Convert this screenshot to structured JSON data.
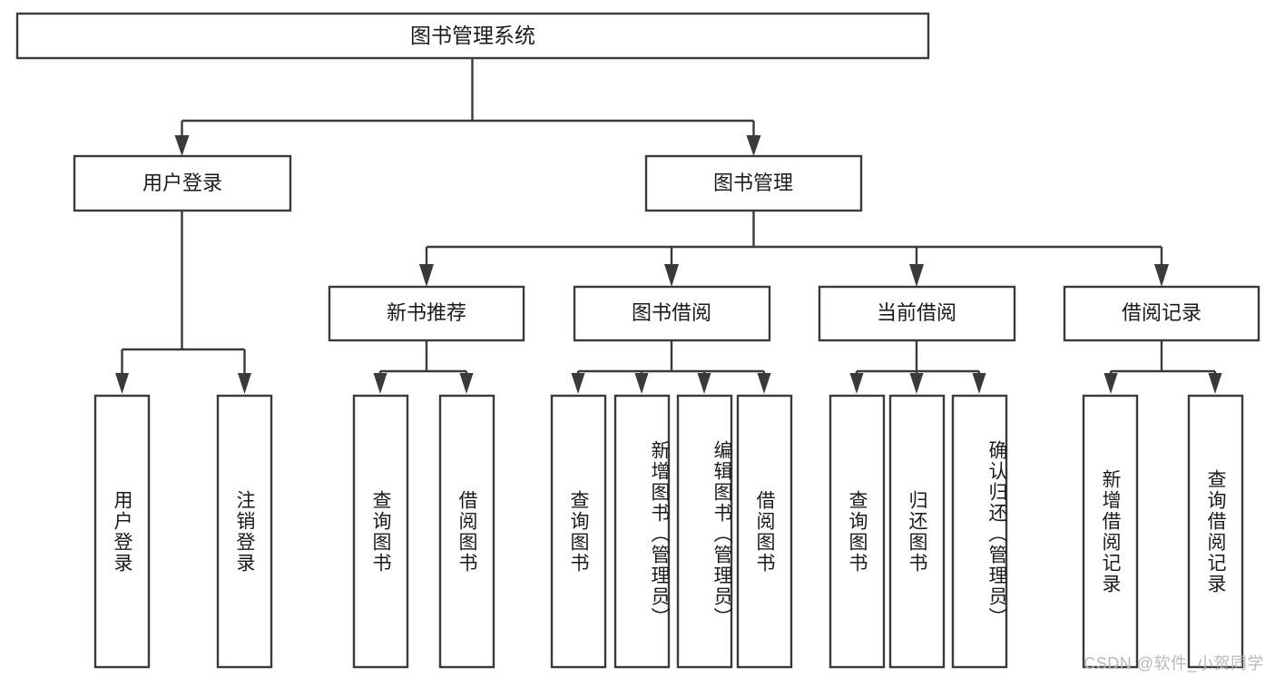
{
  "diagram": {
    "type": "tree-hierarchy",
    "title": "图书管理系统",
    "orientation": "top-down",
    "background_color": "#ffffff",
    "box_stroke_color": "#3a3a3a",
    "text_color": "#1b1b1b",
    "root": {
      "label": "图书管理系统",
      "level": 0
    },
    "level1": [
      {
        "label": "用户登录"
      },
      {
        "label": "图书管理"
      }
    ],
    "level2": [
      {
        "label": "新书推荐",
        "parent": "图书管理"
      },
      {
        "label": "图书借阅",
        "parent": "图书管理"
      },
      {
        "label": "当前借阅",
        "parent": "图书管理"
      },
      {
        "label": "借阅记录",
        "parent": "图书管理"
      }
    ],
    "leaves": {
      "user_login": [
        {
          "label": "用户登录"
        },
        {
          "label": "注销登录"
        }
      ],
      "new_book_recommend": [
        {
          "label": "查询图书"
        },
        {
          "label": "借阅图书"
        }
      ],
      "book_borrow": [
        {
          "label": "查询图书"
        },
        {
          "label": "新增图书（管理员）"
        },
        {
          "label": "编辑图书（管理员）"
        },
        {
          "label": "借阅图书"
        }
      ],
      "current_borrow": [
        {
          "label": "查询图书"
        },
        {
          "label": "归还图书"
        },
        {
          "label": "确认归还（管理员）"
        }
      ],
      "borrow_record": [
        {
          "label": "新增借阅记录"
        },
        {
          "label": "查询借阅记录"
        }
      ]
    }
  },
  "watermark": {
    "text": "CSDN @软件_小贺同学"
  }
}
